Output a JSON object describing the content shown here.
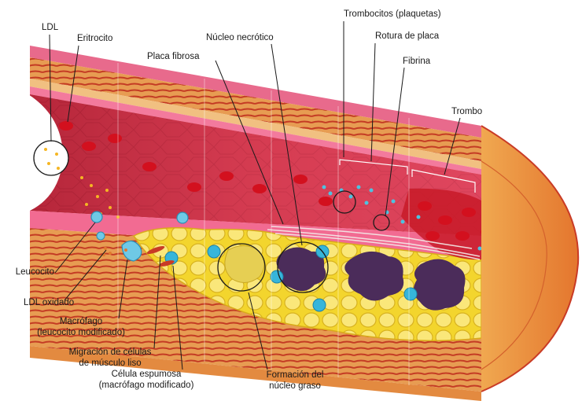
{
  "diagram": {
    "colors": {
      "wall_outer": "#e9a44d",
      "wall_muscle": "#c9452f",
      "lumen": "#d8384a",
      "erythrocyte": "#d3101e",
      "plaque_fat": "#f4e03c",
      "necrotic_core": "#4b2c5a",
      "platelet": "#4ec2e0",
      "endothelium": "#f07aa0"
    },
    "labels": {
      "ldl": "LDL",
      "eritrocito": "Eritrocito",
      "nucleo_necrotico": "Núcleo necrótico",
      "trombocitos": "Trombocitos (plaquetas)",
      "rotura_placa": "Rotura de placa",
      "fibrina": "Fibrina",
      "placa_fibrosa": "Placa fibrosa",
      "trombo": "Trombo",
      "leucocito": "Leucocito",
      "ldl_oxidado": "LDL oxidado",
      "macrofago_1": "Macrófago",
      "macrofago_2": "(leucocito modificado)",
      "migracion_1": "Migración de células",
      "migracion_2": "de músculo liso",
      "celula_1": "Célula espumosa",
      "celula_2": "(macrófago modificado)",
      "formacion_1": "Formación del",
      "formacion_2": "núcleo graso"
    }
  }
}
